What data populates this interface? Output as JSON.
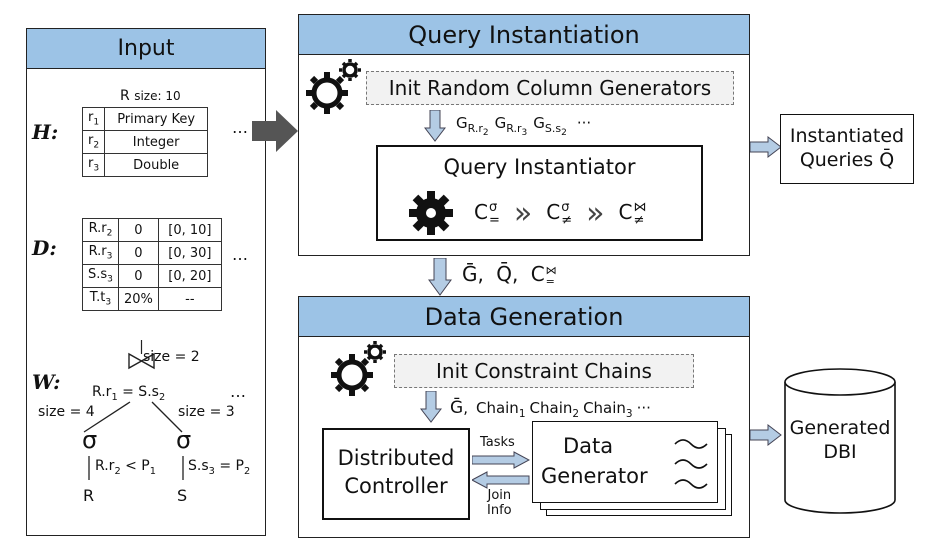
{
  "input": {
    "title": "Input",
    "h_label": "H:",
    "d_label": "D:",
    "w_label": "W:",
    "r_size_prefix": "R",
    "r_size_text": "size: 10",
    "h_rows": [
      {
        "name": "r",
        "sub": "1",
        "type": "Primary Key"
      },
      {
        "name": "r",
        "sub": "2",
        "type": "Integer"
      },
      {
        "name": "r",
        "sub": "3",
        "type": "Double"
      }
    ],
    "d_rows": [
      {
        "col": "R.r",
        "sub": "2",
        "nulls": "0",
        "range": "[0, 10]"
      },
      {
        "col": "R.r",
        "sub": "3",
        "nulls": "0",
        "range": "[0, 30]"
      },
      {
        "col": "S.s",
        "sub": "3",
        "nulls": "0",
        "range": "[0, 20]"
      },
      {
        "col": "T.t",
        "sub": "3",
        "nulls": "20%",
        "range": "--"
      }
    ],
    "ellipsis": "…",
    "tree": {
      "join_size": "size = 2",
      "join_cond_a": "R.r",
      "join_cond_a_sub": "1",
      "join_cond_b": " = S.s",
      "join_cond_b_sub": "2",
      "left_size": "size = 4",
      "right_size": "size = 3",
      "sigma": "σ",
      "left_pred_a": "R.r",
      "left_pred_a_sub": "2",
      "left_pred_b": " < P",
      "left_pred_b_sub": "1",
      "right_pred_a": "S.s",
      "right_pred_a_sub": "3",
      "right_pred_b": " = P",
      "right_pred_b_sub": "2",
      "left_leaf": "R",
      "right_leaf": "S"
    }
  },
  "query_instantiation": {
    "title": "Query Instantiation",
    "init_label": "Init Random Column Generators",
    "generators": [
      {
        "base": "G",
        "sub": "R.r",
        "subsub": "2"
      },
      {
        "base": "G",
        "sub": "R.r",
        "subsub": "3"
      },
      {
        "base": "G",
        "sub": "S.s",
        "subsub": "2"
      }
    ],
    "gen_ellipsis": "···",
    "instantiator_title": "Query Instantiator",
    "chain": [
      {
        "base": "C",
        "sup": "σ",
        "sub": "="
      },
      {
        "base": "C",
        "sup": "σ",
        "sub": "≠"
      },
      {
        "base": "C",
        "sup": "⋈",
        "sub": "≠"
      }
    ],
    "chevron": "»"
  },
  "instantiated_queries": {
    "line1": "Instantiated",
    "line2": "Queries Q̄"
  },
  "middle_outputs": {
    "g_bar": "Ḡ",
    "q_bar": "Q̄",
    "c_join_base": "C",
    "c_join_sup": "⋈",
    "c_join_sub": "=",
    "separator": ","
  },
  "data_generation": {
    "title": "Data Generation",
    "init_label": "Init Constraint Chains",
    "chain_text_g": "Ḡ",
    "chains": [
      {
        "base": "Chain",
        "sub": "1"
      },
      {
        "base": "Chain",
        "sub": "2"
      },
      {
        "base": "Chain",
        "sub": "3"
      }
    ],
    "chain_ellipsis": "···",
    "controller_line1": "Distributed",
    "controller_line2": "Controller",
    "tasks_label": "Tasks",
    "join_info_line1": "Join",
    "join_info_line2": "Info",
    "generator_line1": "Data",
    "generator_line2": "Generator"
  },
  "generated_db": {
    "line1": "Generated",
    "line2": "DBI"
  },
  "colors": {
    "header_blue": "#9cc3e6",
    "arrow_fill": "#b4cce4",
    "dashed_bg": "#f2f2f2"
  }
}
